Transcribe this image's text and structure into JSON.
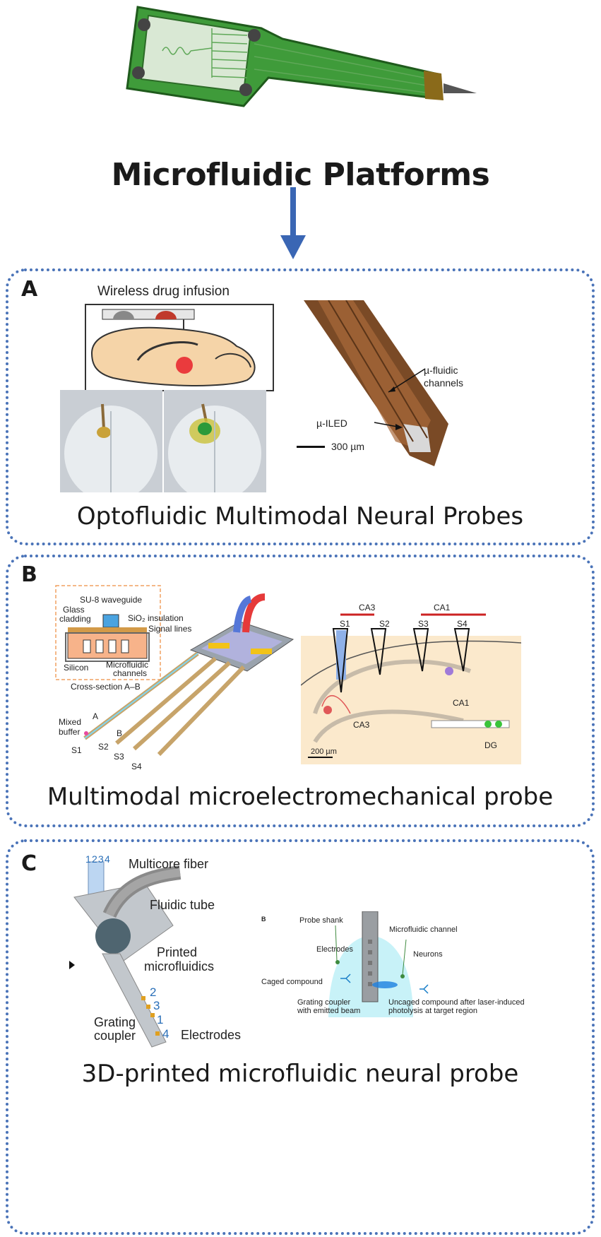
{
  "header": {
    "title": "Microfluidic Platforms"
  },
  "panel_a": {
    "letter": "A",
    "subtitle": "Wireless drug infusion",
    "label_channels_1": "µ-fluidic",
    "label_channels_2": "channels",
    "label_iled": "µ-ILED",
    "scale": "300 µm",
    "caption": "Optofluidic Multimodal Neural Probes"
  },
  "panel_b": {
    "letter": "B",
    "inset_waveguide": "SU-8 waveguide",
    "inset_glass_1": "Glass",
    "inset_glass_2": "cladding",
    "inset_sio2": "SiO₂ insulation",
    "inset_signal": "Signal lines",
    "inset_silicon": "Silicon",
    "inset_micro_1": "Microfluidic",
    "inset_micro_2": "channels",
    "inset_cross": "Cross-section A–B",
    "mixed_1": "Mixed",
    "mixed_2": "buffer",
    "label_a": "A",
    "label_b": "B",
    "s1": "S1",
    "s2": "S2",
    "s3": "S3",
    "s4": "S4",
    "ca3_top": "CA3",
    "ca1_top": "CA1",
    "ca3": "CA3",
    "ca1": "CA1",
    "dg": "DG",
    "scale": "200 µm",
    "caption": "Multimodal microelectromechanical probe"
  },
  "panel_c": {
    "letter": "C",
    "cores": [
      "1",
      "2",
      "3",
      "4"
    ],
    "multicore": "Multicore fiber",
    "fluidic": "Fluidic tube",
    "printed_1": "Printed",
    "printed_2": "microfluidics",
    "grating_1": "Grating",
    "grating_2": "coupler",
    "electrodes": "Electrodes",
    "num_2": "2",
    "num_3": "3",
    "num_1": "1",
    "num_4": "4",
    "inset_letter": "B",
    "probe_shank": "Probe shank",
    "microfluidic_channel": "Microfluidic channel",
    "inset_electrodes": "Electrodes",
    "neurons": "Neurons",
    "caged": "Caged compound",
    "grating_emit_1": "Grating coupler",
    "grating_emit_2": "with emitted beam",
    "uncaged_1": "Uncaged compound after laser-induced",
    "uncaged_2": "photolysis at target region",
    "caption": "3D-printed microfluidic neural probe"
  },
  "colors": {
    "accent": "#3a66b4",
    "border": "#4a73b8",
    "board": "#3f9b3a"
  }
}
